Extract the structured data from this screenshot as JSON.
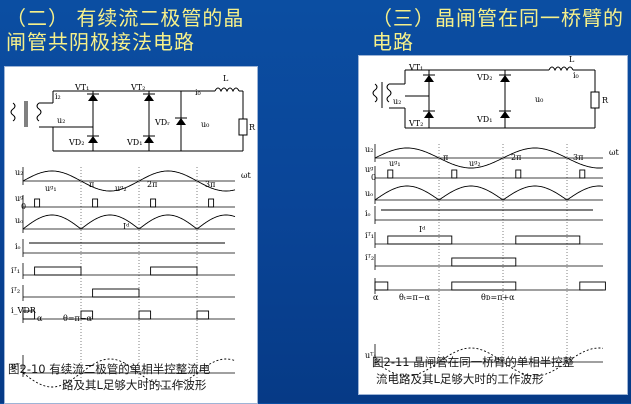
{
  "slides": {
    "left": {
      "title_line1": "（二）  有续流二极管的晶",
      "title_line2": "闸管共阴极接法电路",
      "caption_line1": "图2-10  有续流二极管的单相半控整流电",
      "caption_line2": "路及其L足够大时的工作波形"
    },
    "right": {
      "title_line1": "（三）晶闸管在同一桥臂的",
      "title_line2": "电路",
      "caption_line1": "图2-11  晶闸管在同一桥臂的单相半控整",
      "caption_line2": "流电路及其L足够大时的工作波形"
    }
  },
  "circuit_left": {
    "labels": {
      "vt1": "VT₁",
      "vt2": "VT₂",
      "vd1": "VD₁",
      "vd2": "VD₂",
      "vdr": "VDᵣ",
      "i2": "i₂",
      "u2": "u₂",
      "io": "i₀",
      "uo": "u₀",
      "l": "L",
      "r": "R"
    }
  },
  "circuit_right": {
    "labels": {
      "vt1": "VT₁",
      "vt2": "VT₂",
      "vd1": "VD₁",
      "vd2": "VD₂",
      "u2": "u₂",
      "io": "i₀",
      "uo": "u₀",
      "l": "L",
      "r": "R"
    }
  },
  "waves_left": {
    "u2": "u₂",
    "ug": "uᵍ",
    "ud": "uₒ",
    "id": "iₒ",
    "it1": "iᵀ₁",
    "it2": "iᵀ₂",
    "idr": "i_VDR",
    "ut1": "uᵀ₁",
    "ug1": "uᵍ₁",
    "ug2": "uᵍ₂",
    "wt": "ωt",
    "pi": "π",
    "two_pi": "2π",
    "three_pi": "3π",
    "zero": "0",
    "alpha": "α",
    "theta": "θ=π−α",
    "Id": "Iᵈ"
  },
  "waves_right": {
    "u2": "u₂",
    "ug": "uᵍ",
    "ud": "uₒ",
    "id": "iₒ",
    "it1": "iᵀ₁",
    "it2": "iᵀ₂",
    "ut1": "uᵀ₁",
    "ug1": "uᵍ₁",
    "ug2": "uᵍ₂",
    "wt": "ωt",
    "pi": "π",
    "two_pi": "2π",
    "three_pi": "3π",
    "zero": "0",
    "alpha": "α",
    "theta1": "θₜ=π−α",
    "theta2": "θᴅ=π+α",
    "Id": "Iᵈ"
  },
  "colors": {
    "background": "#0a4598",
    "title": "#f6f08a",
    "panel": "#ffffff"
  }
}
